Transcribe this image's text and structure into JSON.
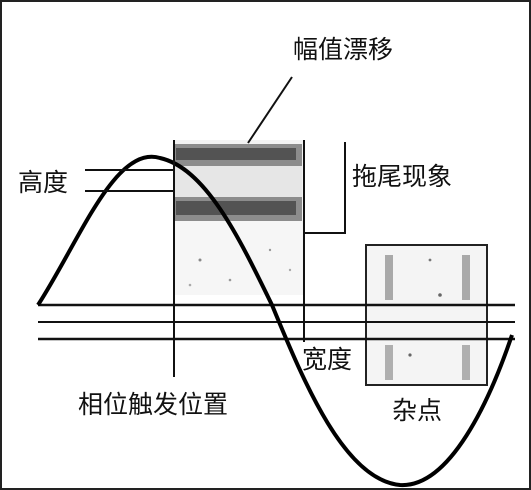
{
  "labels": {
    "amplitude_drift": "幅值漂移",
    "height": "高度",
    "trailing": "拖尾现象",
    "width": "宽度",
    "phase_trigger": "相位触发位置",
    "noise": "杂点"
  }
}
